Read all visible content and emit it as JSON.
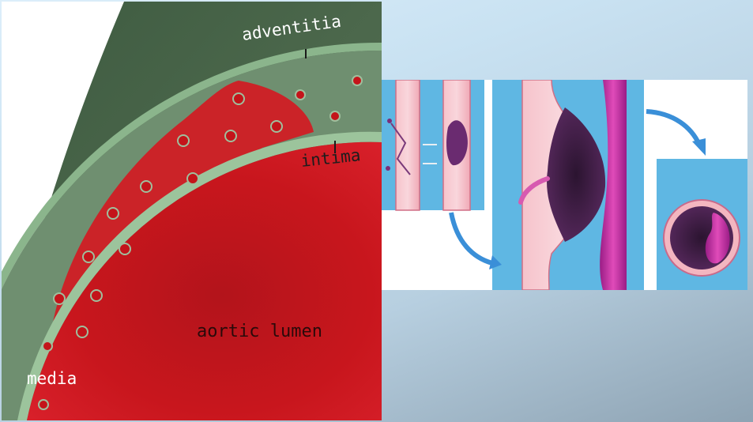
{
  "diagram": {
    "labels": {
      "adventitia": "adventitia",
      "intima": "intima",
      "aortic_lumen": "aortic lumen",
      "media": "media"
    },
    "colors": {
      "adventitia": "#4f6a4e",
      "membrane": "#8bb58c",
      "media": "#6f8f70",
      "hemorrhage": "#d01e24",
      "lumen": "#c8161d",
      "panel_blue": "#5fb7e3",
      "vessel_pink": "#f3b6c0",
      "vessel_magenta": "#c0279a",
      "arrow_blue": "#3a8fd8"
    }
  }
}
